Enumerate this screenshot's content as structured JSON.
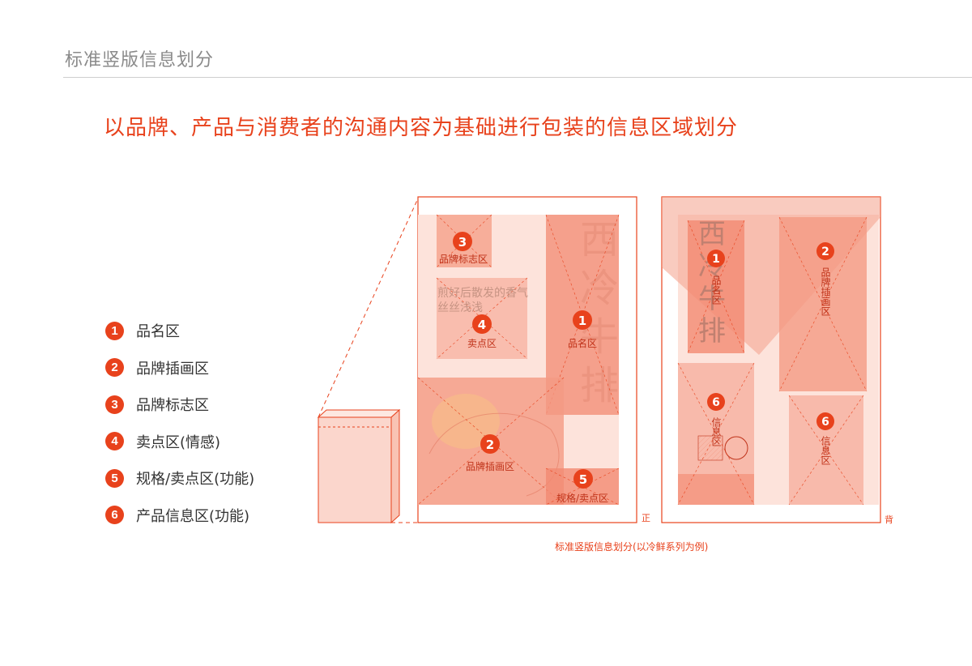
{
  "page_title": "标准竖版信息划分",
  "subtitle": "以品牌、产品与消费者的沟通内容为基础进行包装的信息区域划分",
  "legend": [
    {
      "num": "1",
      "label": "品名区"
    },
    {
      "num": "2",
      "label": "品牌插画区"
    },
    {
      "num": "3",
      "label": "品牌标志区"
    },
    {
      "num": "4",
      "label": "卖点区(情感)"
    },
    {
      "num": "5",
      "label": "规格/卖点区(功能)"
    },
    {
      "num": "6",
      "label": "产品信息区(功能)"
    }
  ],
  "front": {
    "side_label": "正",
    "product_name_chars": [
      "西",
      "冷",
      "牛",
      "排"
    ],
    "slogan_lines": [
      "煎好后散发的香气",
      "丝丝浅浅"
    ],
    "zones": [
      {
        "num": "3",
        "label": "品牌标志区"
      },
      {
        "num": "4",
        "label": "卖点区"
      },
      {
        "num": "1",
        "label": "品名区"
      },
      {
        "num": "2",
        "label": "品牌插画区"
      },
      {
        "num": "5",
        "label": "规格/卖点区"
      }
    ]
  },
  "back": {
    "side_label": "背",
    "product_name_chars": [
      "西",
      "冷",
      "牛",
      "排"
    ],
    "zones": [
      {
        "num": "1",
        "label": "品名区"
      },
      {
        "num": "2",
        "label": "品牌插画区"
      },
      {
        "num": "6",
        "label": "信息区"
      },
      {
        "num": "6",
        "label": "信息区"
      }
    ]
  },
  "caption": "标准竖版信息划分(以冷鲜系列为例)",
  "colors": {
    "accent": "#e8421c",
    "zone_fill": "#f26b4e",
    "zone_light": "#fbd6cc"
  }
}
